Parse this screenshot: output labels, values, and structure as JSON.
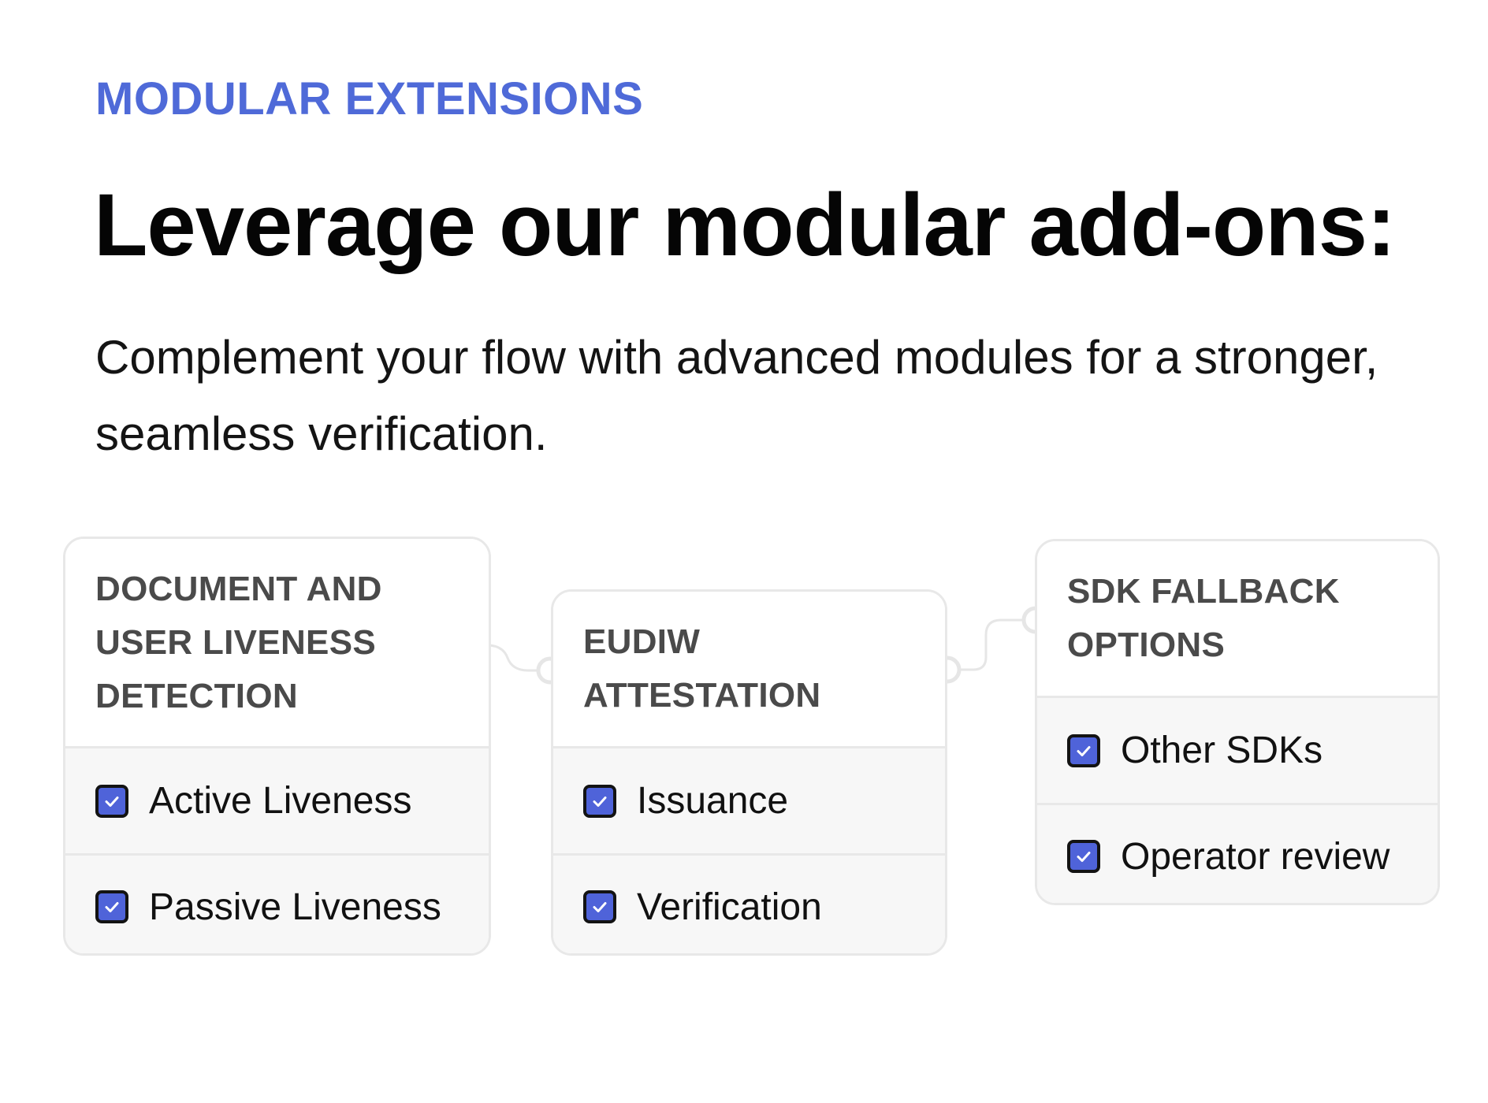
{
  "eyebrow": "MODULAR EXTENSIONS",
  "headline": "Leverage our modular add-ons:",
  "subhead": "Complement your flow with advanced modules for a stronger, seamless verification.",
  "colors": {
    "accent": "#4f6ad8",
    "checkbox_fill": "#4f63d9",
    "card_border": "#e8e8e8",
    "row_background": "#f7f7f7"
  },
  "cards": [
    {
      "title": "DOCUMENT AND USER LIVENESS DETECTION",
      "items": [
        {
          "label": "Active Liveness",
          "checked": true
        },
        {
          "label": "Passive Liveness",
          "checked": true
        }
      ]
    },
    {
      "title": "EUDIW ATTESTATION",
      "items": [
        {
          "label": "Issuance",
          "checked": true
        },
        {
          "label": "Verification",
          "checked": true
        }
      ]
    },
    {
      "title": "SDK FALLBACK OPTIONS",
      "items": [
        {
          "label": "Other SDKs",
          "checked": true
        },
        {
          "label": "Operator review",
          "checked": true
        }
      ]
    }
  ]
}
